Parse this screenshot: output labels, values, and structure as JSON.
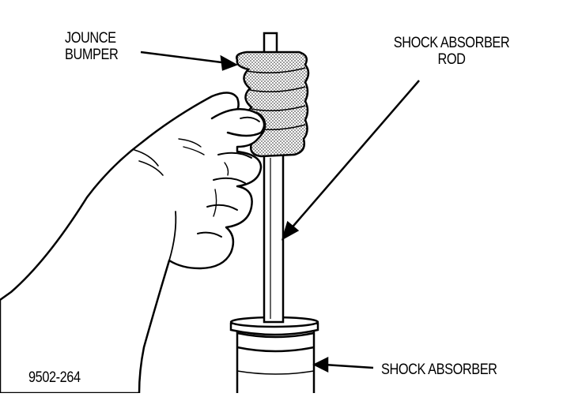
{
  "labels": {
    "jounce_bumper": [
      "JOUNCE",
      "BUMPER"
    ],
    "shock_absorber_rod": [
      "SHOCK ABSORBER",
      "ROD"
    ],
    "shock_absorber": "SHOCK ABSORBER",
    "figure_id": "9502-264"
  },
  "colors": {
    "ink": "#000000",
    "paper": "#ffffff",
    "stipple": "#8a8a8a"
  }
}
